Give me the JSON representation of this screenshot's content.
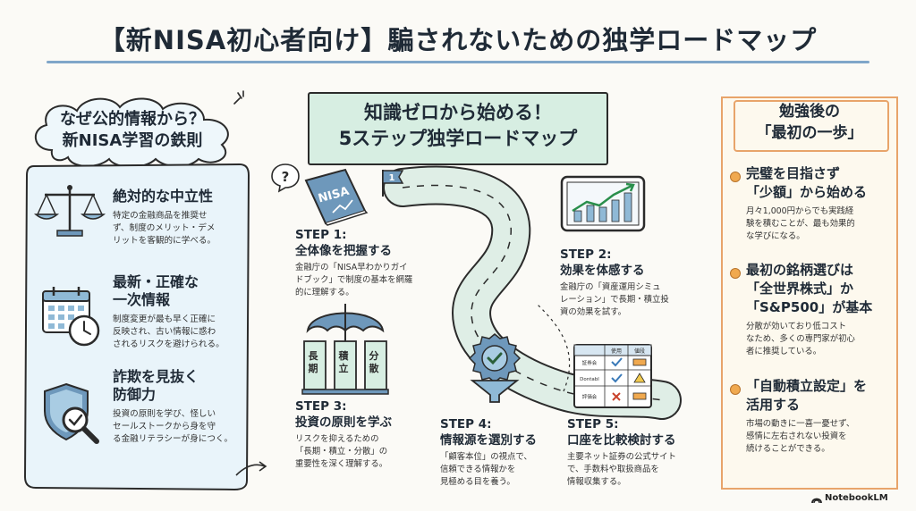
{
  "title": "【新NISA初心者向け】騙されないための独学ロードマップ",
  "left": {
    "header_lines": [
      "なぜ公的情報から？",
      "新NISA学習の鉄則"
    ],
    "items": [
      {
        "title_lines": [
          "絶対的な中立性"
        ],
        "desc_lines": [
          "特定の金融商品を推奨せ",
          "ず、制度のメリット・デメ",
          "リットを客観的に学べる。"
        ],
        "icon": "scales-icon"
      },
      {
        "title_lines": [
          "最新・正確な",
          "一次情報"
        ],
        "desc_lines": [
          "制度変更が最も早く正確に",
          "反映され、古い情報に惑わ",
          "されるリスクを避けられる。"
        ],
        "icon": "calendar-clock-icon"
      },
      {
        "title_lines": [
          "詐欺を見抜く",
          "防御力"
        ],
        "desc_lines": [
          "投資の原則を学び、怪しい",
          "セールストークから身を守",
          "る金融リテラシーが身につく。"
        ],
        "icon": "shield-magnifier-icon"
      }
    ]
  },
  "banner": {
    "lines": [
      "知識ゼロから始める！",
      "5ステップ独学ロードマップ"
    ]
  },
  "illustration": {
    "book_label": "NISA",
    "flag_label": "1",
    "pillars": [
      "長期",
      "積立",
      "分散"
    ],
    "table_headers": [
      "使用",
      "値段"
    ],
    "table_rows": [
      "証券会",
      "Dontabl",
      "評価会"
    ]
  },
  "steps": [
    {
      "label": "STEP 1:",
      "title": "全体像を把握する",
      "desc_lines": [
        "金融庁の「NISA早わかりガイ",
        "ドブック」で制度の基本を網羅",
        "的に理解する。"
      ]
    },
    {
      "label": "STEP 2:",
      "title": "効果を体感する",
      "desc_lines": [
        "金融庁の「資産運用シミュ",
        "レーション」で長期・積立投",
        "資の効果を試す。"
      ]
    },
    {
      "label": "STEP 3:",
      "title": "投資の原則を学ぶ",
      "desc_lines": [
        "リスクを抑えるための",
        "「長期・積立・分散」の",
        "重要性を深く理解する。"
      ]
    },
    {
      "label": "STEP 4:",
      "title": "情報源を選別する",
      "desc_lines": [
        "「顧客本位」の視点で、",
        "信頼できる情報かを",
        "見極める目を養う。"
      ]
    },
    {
      "label": "STEP 5:",
      "title": "口座を比較検討する",
      "desc_lines": [
        "主要ネット証券の公式サイト",
        "で、手数料や取扱商品を",
        "情報収集する。"
      ]
    }
  ],
  "right": {
    "header_lines": [
      "勉強後の",
      "「最初の一歩」"
    ],
    "items": [
      {
        "title_lines": [
          "完璧を目指さず",
          "「少額」から始める"
        ],
        "desc_lines": [
          "月々1,000円からでも実践経",
          "験を積むことが、最も効果的",
          "な学びになる。"
        ]
      },
      {
        "title_lines": [
          "最初の銘柄選びは",
          "「全世界株式」か",
          "「S&P500」が基本"
        ],
        "desc_lines": [
          "分散が効いており低コスト",
          "なため、多くの専門家が初心",
          "者に推奨している。"
        ]
      },
      {
        "title_lines": [
          "「自動積立設定」を",
          "活用する"
        ],
        "desc_lines": [
          "市場の動きに一喜一憂せず、",
          "感情に左右されない投資を",
          "続けることができる。"
        ]
      }
    ]
  },
  "footer": {
    "brand": "NotebookLM"
  },
  "colors": {
    "accent_blue": "#7fa6c9",
    "mint": "#d7eee2",
    "orange": "#e8a46a",
    "navy": "#1f2a36"
  }
}
